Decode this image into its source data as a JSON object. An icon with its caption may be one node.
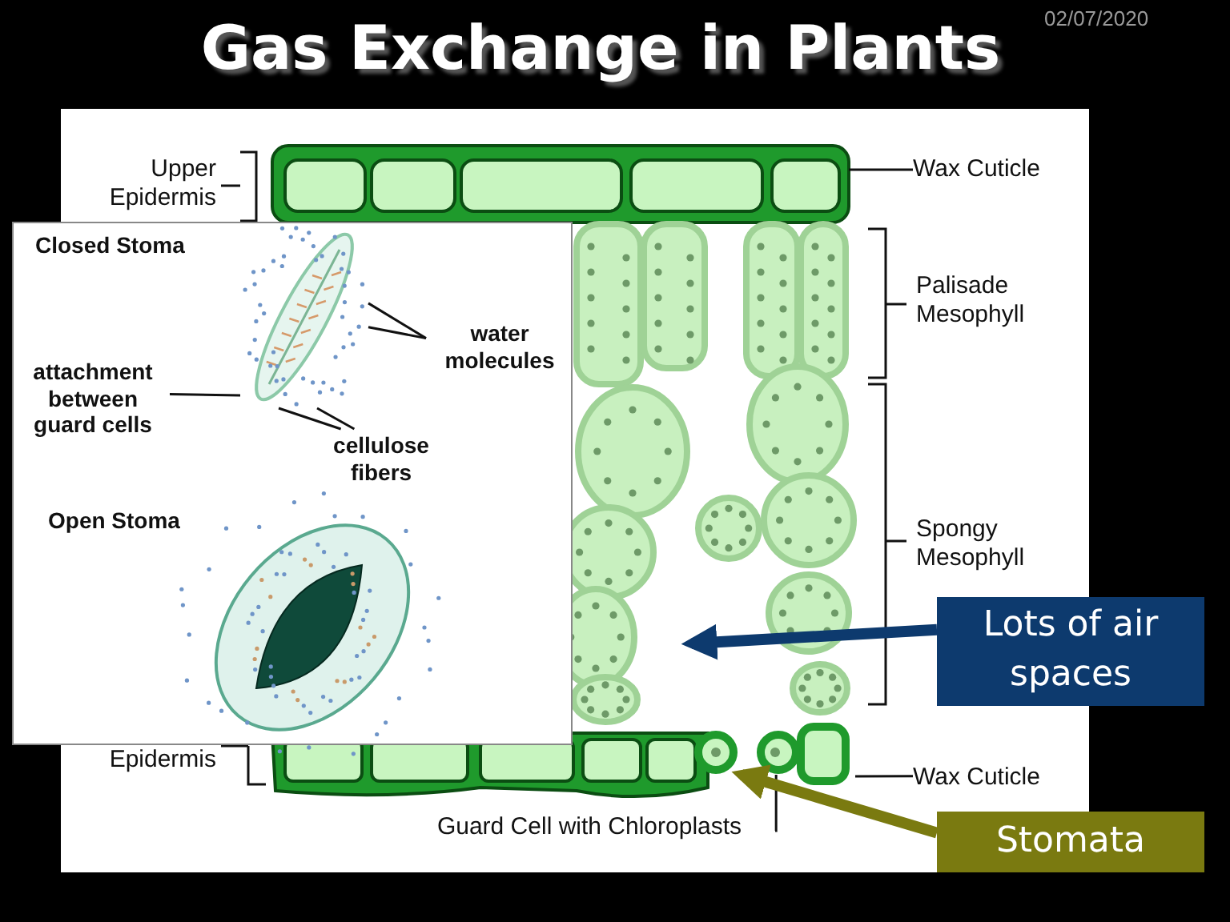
{
  "diagram": {
    "title": "Gas Exchange in Plants",
    "nodes": [
      {
        "text": [
          "Wax Cuticle"
        ]
      },
      {
        "text": [
          "water molecules"
        ]
      },
      {
        "text": [
          "attachment between guard cells"
        ]
      },
      {
        "text": [
          "cellulose fibers"
        ]
      },
      {
        "text": [
          "Lots of air spaces"
        ]
      },
      {
        "text": [
          "Wax Cuticle"
        ]
      },
      {
        "text": [
          "Guard Cell with Chloroplasts"
        ]
      },
      {
        "text": [
          "Stomata"
        ]
      },
      {
        "text": [],
        "shape": "picture"
      },
      {
        "text": [],
        "shape": "picture"
      }
    ],
    "edges": [
      {
        "from": 0,
        "to": null,
        "arrow": "none"
      },
      {
        "from": 1,
        "to": 8,
        "arrow": "none"
      },
      {
        "from": 1,
        "to": 8,
        "arrow": "none"
      },
      {
        "from": 2,
        "to": 8,
        "arrow": "none"
      },
      {
        "from": 3,
        "to": 8,
        "arrow": "none"
      },
      {
        "from": 3,
        "to": 8,
        "arrow": "none"
      },
      {
        "from": 4,
        "to": null,
        "arrow": "to",
        "style": "thick",
        "color": "#0d3a6e"
      },
      {
        "from": 5,
        "to": null,
        "arrow": "none"
      },
      {
        "from": 6,
        "to": 9,
        "arrow": "none"
      },
      {
        "from": 7,
        "to": 9,
        "arrow": "to",
        "style": "thick",
        "color": "#7a7a10"
      }
    ],
    "labels": [
      "02/07/2020",
      "Upper Epidermis",
      "Closed Stoma",
      "Palisade Mesophyll",
      "Open Stoma",
      "Spongy Mesophyll",
      "Epidermis"
    ]
  }
}
